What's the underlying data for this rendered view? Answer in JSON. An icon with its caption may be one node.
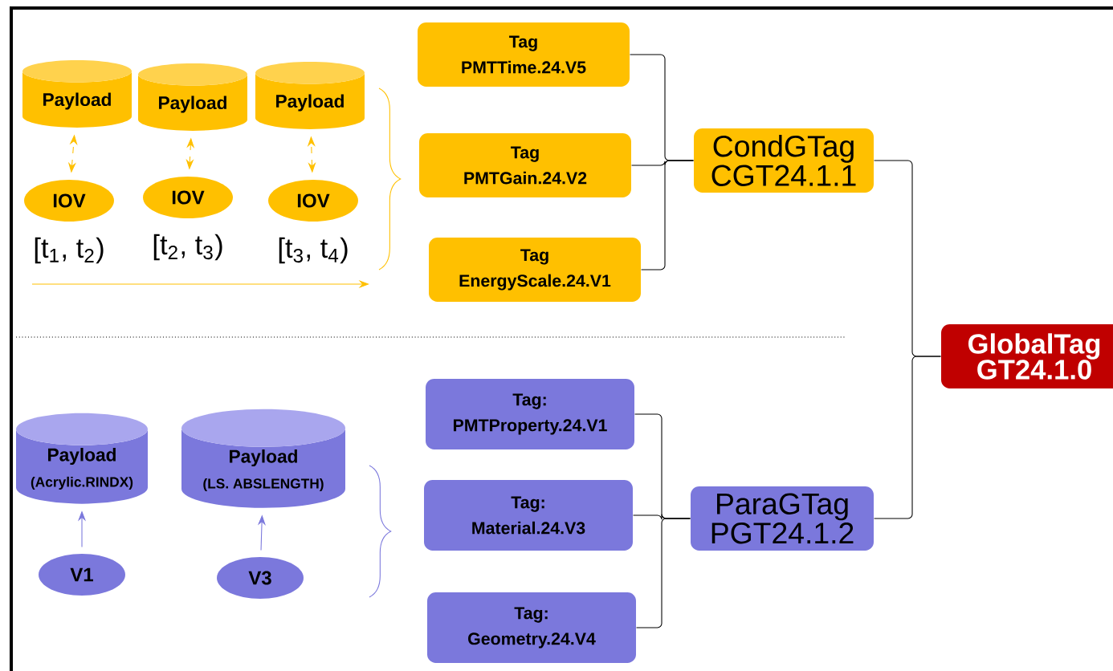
{
  "diagram": {
    "nodes": [
      {
        "text": [
          "Payload"
        ]
      },
      {
        "text": [
          "Payload"
        ]
      },
      {
        "text": [
          "Payload"
        ]
      },
      {
        "text": [
          "IOV"
        ],
        "beside": [
          "[t$_{1}$, t$_{2}$)"
        ]
      },
      {
        "text": [
          "IOV"
        ],
        "beside": [
          "[t$_{2}$, t$_{3}$)"
        ]
      },
      {
        "text": [
          "IOV"
        ],
        "beside": [
          "[t$_{3}$, t$_{4}$)"
        ]
      },
      {
        "text": [
          "Tag",
          "PMTTime.24.V5"
        ]
      },
      {
        "text": [
          "Tag",
          "PMTGain.24.V2"
        ]
      },
      {
        "text": [
          "Tag",
          "EnergyScale.24.V1"
        ]
      },
      {
        "text": [
          "CondGTag",
          "CGT24.1.1"
        ]
      },
      {
        "text": [
          "GlobalTag",
          "GT24.1.0"
        ]
      },
      {
        "text": [
          "Payload",
          "(Acrylic.RINDX)"
        ]
      },
      {
        "text": [
          "Payload",
          "(LS. ABSLENGTH)"
        ]
      },
      {
        "text": [
          "V1"
        ]
      },
      {
        "text": [
          "V3"
        ]
      },
      {
        "text": [
          "Tag:",
          "PMTProperty.24.V1"
        ]
      },
      {
        "text": [
          "Tag:",
          "Material.24.V3"
        ]
      },
      {
        "text": [
          "Tag:",
          "Geometry.24.V4"
        ]
      },
      {
        "text": [
          "ParaGTag",
          "PGT24.1.2"
        ]
      }
    ],
    "edges": [
      {
        "from": 3,
        "to": 0,
        "arrow": "both",
        "style": "dashed",
        "color": "#ffc000"
      },
      {
        "from": 4,
        "to": 1,
        "arrow": "both",
        "style": "dashed",
        "color": "#ffc000"
      },
      {
        "from": 5,
        "to": 2,
        "arrow": "both",
        "style": "dashed",
        "color": "#ffc000"
      },
      {
        "from": 6,
        "to": 9,
        "arrow": "none"
      },
      {
        "from": 7,
        "to": 9,
        "arrow": "none"
      },
      {
        "from": 8,
        "to": 9,
        "arrow": "none"
      },
      {
        "from": 9,
        "to": 10,
        "arrow": "none"
      },
      {
        "from": 13,
        "to": 11,
        "arrow": "to",
        "color": "#7b78dc"
      },
      {
        "from": 14,
        "to": 12,
        "arrow": "to",
        "color": "#7b78dc"
      },
      {
        "from": 15,
        "to": 18,
        "arrow": "none"
      },
      {
        "from": 16,
        "to": 18,
        "arrow": "none"
      },
      {
        "from": 17,
        "to": 18,
        "arrow": "none"
      },
      {
        "from": 18,
        "to": 10,
        "arrow": "none"
      }
    ]
  }
}
